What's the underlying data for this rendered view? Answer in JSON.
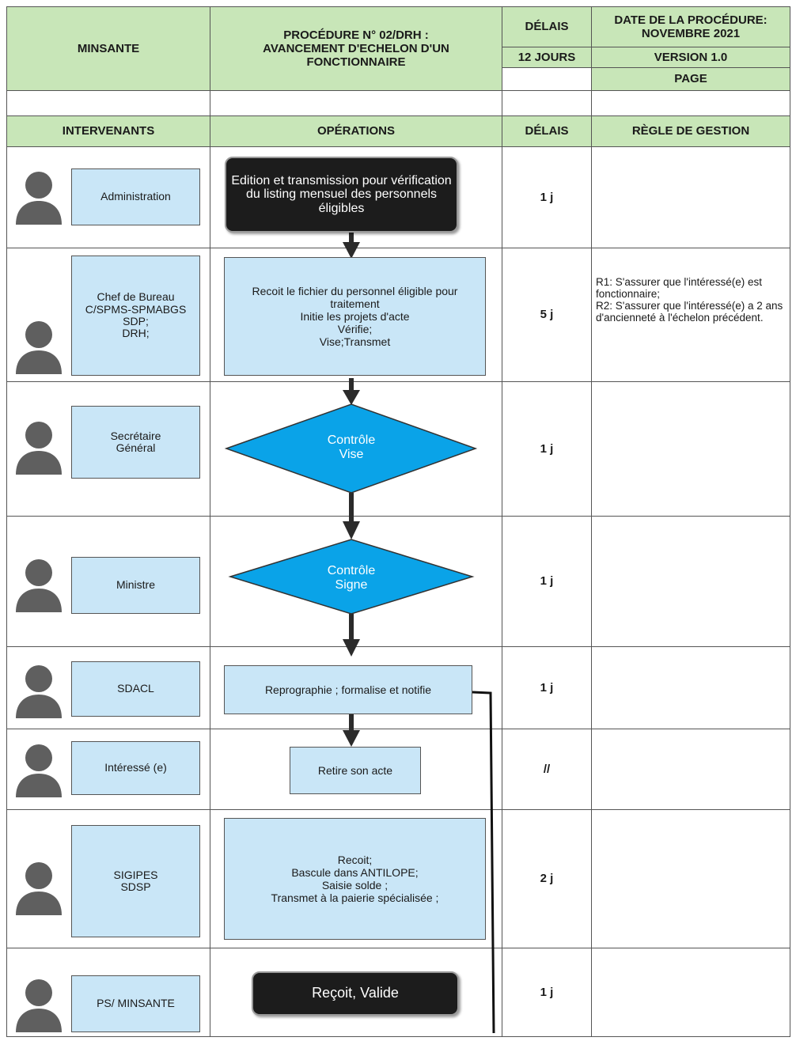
{
  "header": {
    "org": "MINSANTE",
    "procedure_title": "PROCÉDURE N° 02/DRH : AVANCEMENT D'ECHELON D'UN FONCTIONNAIRE",
    "delais_label": "DÉLAIS",
    "delais_value": "12 JOURS",
    "date_label": "DATE DE LA PROCÉDURE: NOVEMBRE 2021",
    "version": "VERSION 1.0",
    "page": "PAGE"
  },
  "columns": {
    "intervenants": "INTERVENANTS",
    "operations": "OPÉRATIONS",
    "delais": "DÉLAIS",
    "regle": "RÈGLE DE GESTION"
  },
  "rows": [
    {
      "actor": "Administration",
      "operation": "Edition et transmission pour vérification du listing mensuel des personnels éligibles",
      "delay": "1 j",
      "rule": ""
    },
    {
      "actor": "Chef de Bureau\nC/SPMS-SPMABGS\nSDP;\nDRH;",
      "operation": "Recoit le fichier du personnel éligible pour traitement\nInitie les projets d'acte\nVérifie;\nVise;Transmet",
      "delay": "5 j",
      "rule": "R1: S'assurer que l'intéressé(e) est fonctionnaire;\nR2: S'assurer que l'intéressé(e) a 2 ans d'ancienneté à l'échelon précédent."
    },
    {
      "actor": "Secrétaire\nGénéral",
      "operation": "Contrôle\nVise",
      "delay": "1 j",
      "rule": ""
    },
    {
      "actor": "Ministre",
      "operation": "Contrôle\nSigne",
      "delay": "1 j",
      "rule": ""
    },
    {
      "actor": "SDACL",
      "operation": "Reprographie ; formalise et notifie",
      "delay": "1 j",
      "rule": ""
    },
    {
      "actor": "Intéressé (e)",
      "operation": "Retire son acte",
      "delay": "//",
      "rule": ""
    },
    {
      "actor": "SIGIPES\nSDSP",
      "operation": "Recoit;\nBascule dans ANTILOPE;\nSaisie solde ;\nTransmet à la paierie spécialisée ;",
      "delay": "2 j",
      "rule": ""
    },
    {
      "actor": "PS/ MINSANTE",
      "operation": "Reçoit, Valide",
      "delay": "1 j",
      "rule": ""
    }
  ],
  "colors": {
    "header_green": "#c8e6b8",
    "role_blue": "#c9e6f7",
    "diamond_blue": "#0aa3e8",
    "dark_box": "#1c1c1c",
    "person_gray": "#5f5f5f"
  },
  "icons": {
    "person": "person-silhouette-icon"
  }
}
